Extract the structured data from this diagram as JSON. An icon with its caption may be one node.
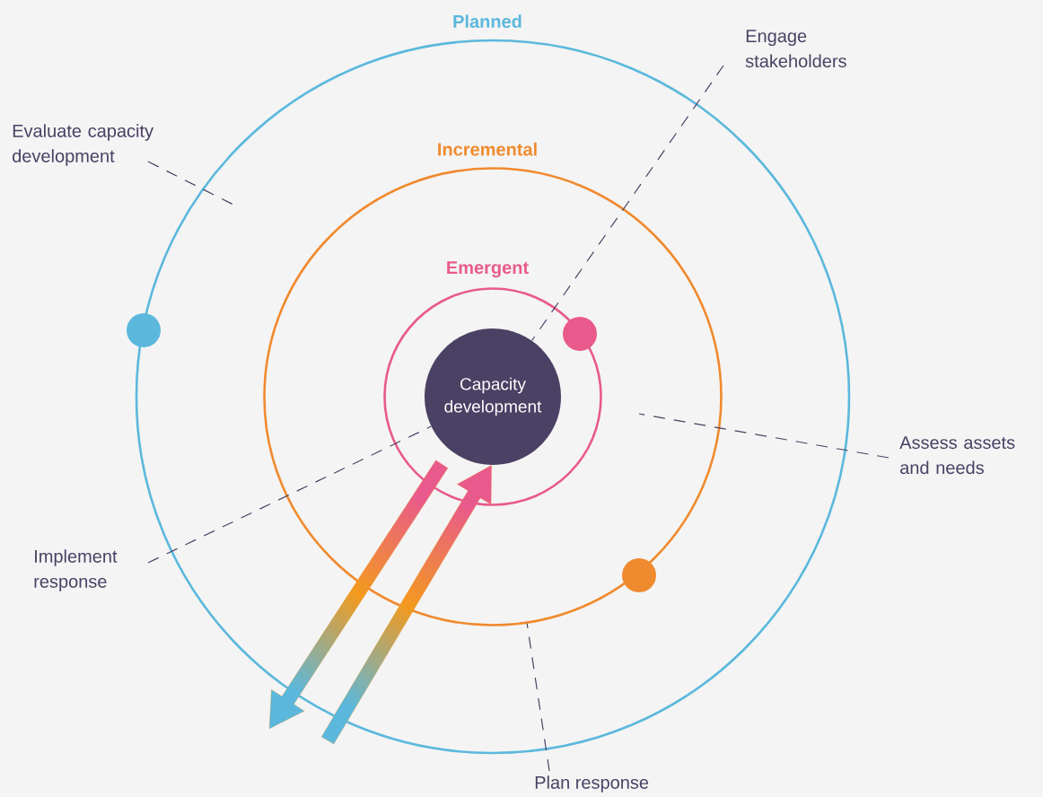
{
  "diagram": {
    "nodes": [
      {
        "text": [
          "Planned"
        ]
      },
      {
        "text": [
          "Incremental"
        ],
        "in": 0
      },
      {
        "text": [
          "Emergent"
        ],
        "in": 1
      },
      {
        "text": [
          "Capacity development"
        ],
        "in": 2
      },
      {
        "text": [
          "Engage stakeholders"
        ]
      },
      {
        "text": [
          "Evaluate capacity development"
        ]
      },
      {
        "text": [
          "Assess assets and needs"
        ]
      },
      {
        "text": [
          "Implement response"
        ]
      },
      {
        "text": [
          "Plan response"
        ]
      }
    ],
    "edges": [
      {
        "from": 3,
        "to": null,
        "arrow": "to",
        "style": "thick"
      },
      {
        "from": null,
        "to": 3,
        "arrow": "to",
        "style": "thick"
      },
      {
        "from": 4,
        "to": 3,
        "arrow": "none",
        "style": "dashed"
      },
      {
        "from": 5,
        "to": null,
        "arrow": "none",
        "style": "dashed"
      },
      {
        "from": 6,
        "to": null,
        "arrow": "none",
        "style": "dashed"
      },
      {
        "from": 7,
        "to": 3,
        "arrow": "none",
        "style": "dashed"
      },
      {
        "from": 8,
        "to": 1,
        "arrow": "none",
        "style": "dashed"
      }
    ]
  }
}
